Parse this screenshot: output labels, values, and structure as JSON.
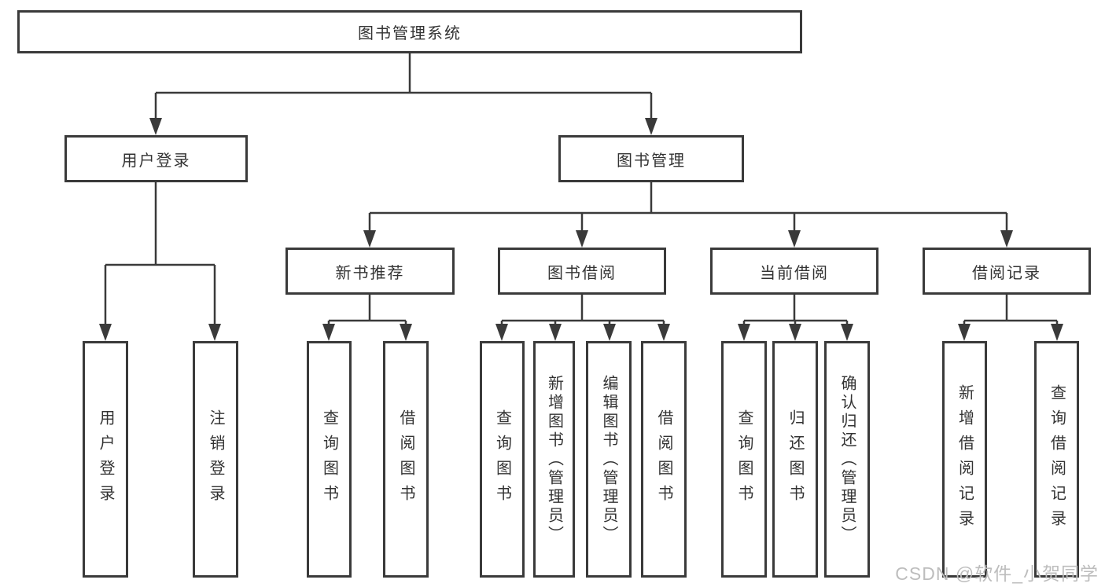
{
  "diagram": {
    "root": {
      "label": "图书管理系统"
    },
    "level2": [
      {
        "label": "用户登录"
      },
      {
        "label": "图书管理"
      }
    ],
    "level3": [
      {
        "label": "新书推荐"
      },
      {
        "label": "图书借阅"
      },
      {
        "label": "当前借阅"
      },
      {
        "label": "借阅记录"
      }
    ],
    "leaves": {
      "user_login": [
        "用户登录",
        "注销登录"
      ],
      "new_book": [
        "查询图书",
        "借阅图书"
      ],
      "book_borrow": [
        "查询图书",
        "新增图书（管理员）",
        "编辑图书（管理员）",
        "借阅图书"
      ],
      "current_borrow": [
        "查询图书",
        "归还图书",
        "确认归还（管理员）"
      ],
      "borrow_record": [
        "新增借阅记录",
        "查询借阅记录"
      ]
    }
  },
  "watermark": {
    "text": "CSDN @软件_小贺同学"
  },
  "colors": {
    "line": "#3a3a3a",
    "text": "#333333",
    "watermark": "#bdbdbd",
    "background": "#ffffff"
  }
}
